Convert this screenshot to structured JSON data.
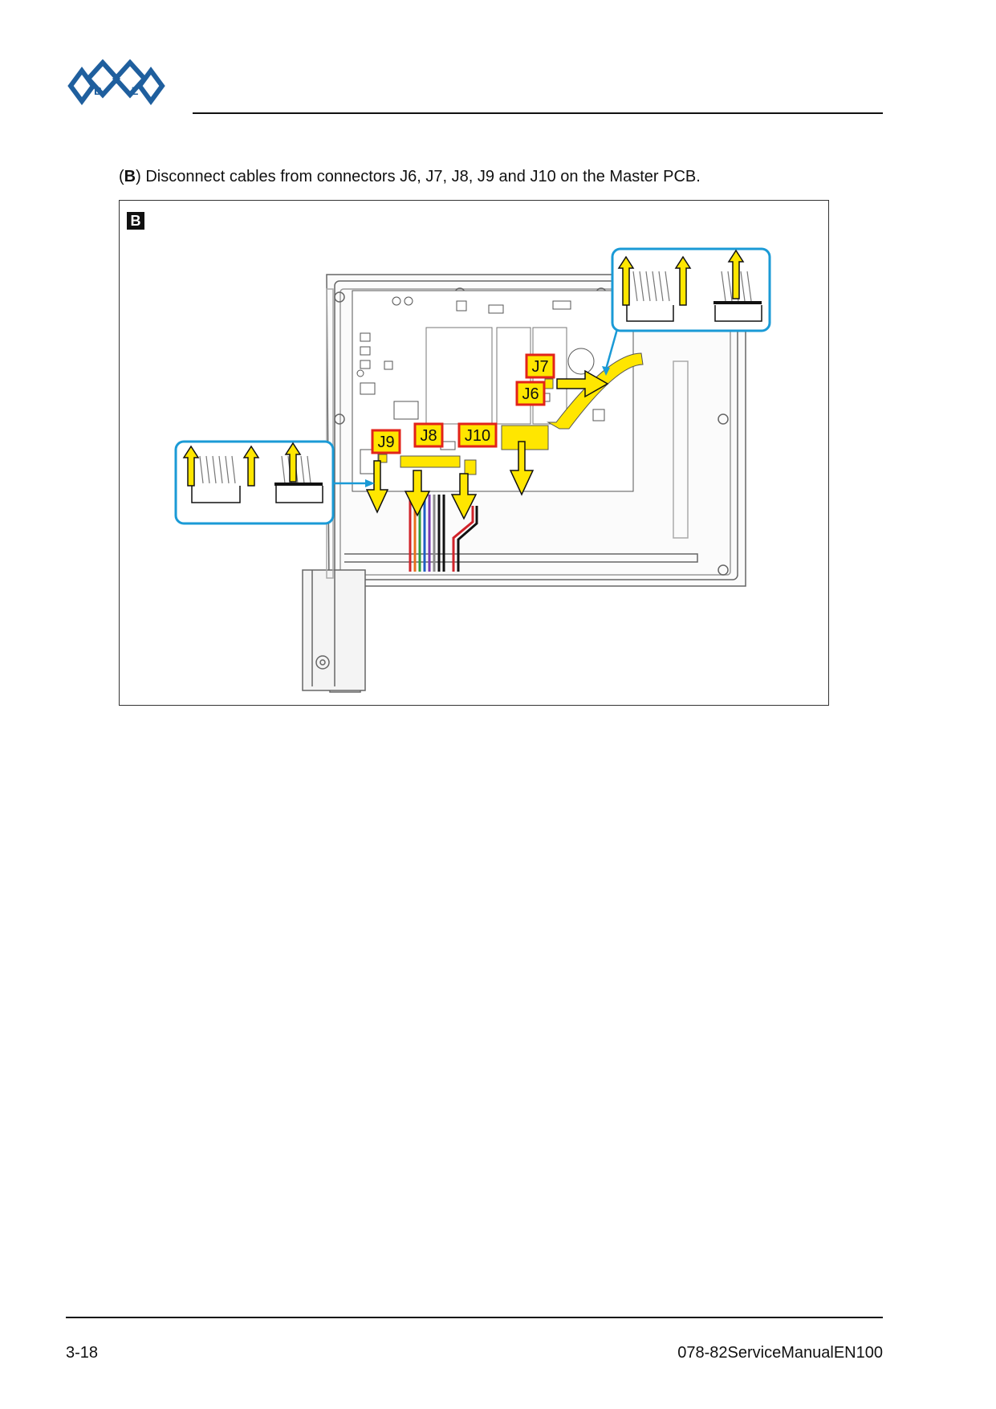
{
  "logo": {
    "letters": [
      "B",
      "T",
      "L"
    ],
    "color": "#1f5f9e"
  },
  "instruction": {
    "step": "B",
    "text": "Disconnect cables from connectors J6, J7, J8, J9 and J10 on the Master PCB."
  },
  "figure": {
    "label": "B",
    "connectors": [
      "J7",
      "J6",
      "J9",
      "J8",
      "J10"
    ],
    "colors": {
      "highlight": "#ffe600",
      "border": "#e2231a",
      "callout": "#1a9ad6",
      "arrow": "#ffe600"
    }
  },
  "footer": {
    "page_number": "3-18",
    "document_id": "078-82ServiceManualEN100"
  }
}
